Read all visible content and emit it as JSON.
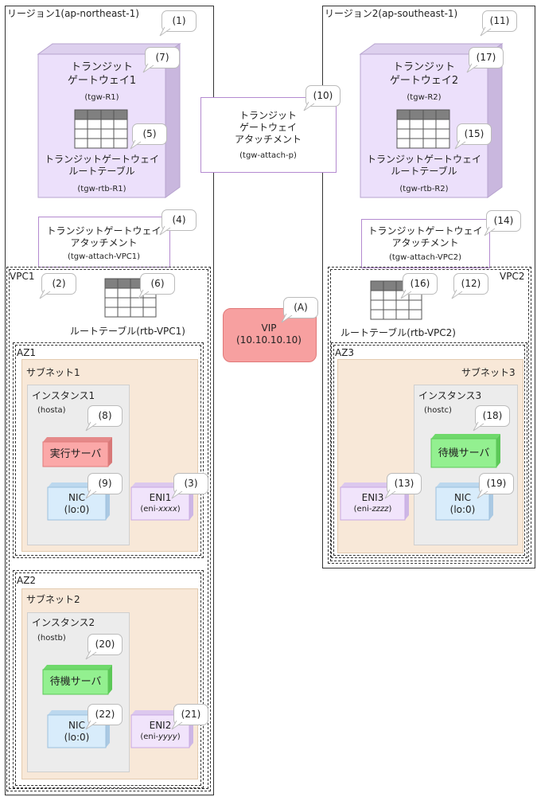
{
  "region1": {
    "title": "リージョン1(ap-northeast-1)",
    "num": "(1)"
  },
  "region2": {
    "title": "リージョン2(ap-southeast-1)",
    "num": "(11)"
  },
  "tgw1": {
    "title1": "トランジット",
    "title2": "ゲートウェイ1",
    "id": "(tgw-R1)",
    "num": "(7)",
    "rt_label1": "トランジットゲートウェイ",
    "rt_label2": "ルートテーブル",
    "rt_id": "(tgw-rtb-R1)",
    "rt_num": "(5)"
  },
  "tgw2": {
    "title1": "トランジット",
    "title2": "ゲートウェイ2",
    "id": "(tgw-R2)",
    "num": "(17)",
    "rt_label1": "トランジットゲートウェイ",
    "rt_label2": "ルートテーブル",
    "rt_id": "(tgw-rtb-R2)",
    "rt_num": "(15)"
  },
  "peer_attach": {
    "line1": "トランジット",
    "line2": "ゲートウェイ",
    "line3": "アタッチメント",
    "id": "(tgw-attach-p)",
    "num": "(10)"
  },
  "attach_vpc1": {
    "line1": "トランジットゲートウェイ",
    "line2": "アタッチメント",
    "id": "(tgw-attach-VPC1)",
    "num": "(4)"
  },
  "attach_vpc2": {
    "line1": "トランジットゲートウェイ",
    "line2": "アタッチメント",
    "id": "(tgw-attach-VPC2)",
    "num": "(14)"
  },
  "vpc1": {
    "label": "VPC1",
    "num": "(2)",
    "rt_label": "ルートテーブル(rtb-VPC1)",
    "rt_num": "(6)"
  },
  "vpc2": {
    "label": "VPC2",
    "num": "(12)",
    "rt_label": "ルートテーブル(rtb-VPC2)",
    "rt_num": "(16)"
  },
  "vip": {
    "line1": "VIP",
    "line2": "(10.10.10.10)",
    "num": "(A)"
  },
  "az1": {
    "label": "AZ1",
    "subnet": "サブネット1",
    "instance": "インスタンス1",
    "host": "(hosta)",
    "inst_num": "(8)",
    "server": "実行サーバ",
    "nic1": "NIC",
    "nic2": "(lo:0)",
    "nic_num": "(9)",
    "eni1": "ENI1",
    "eni2_pre": "(eni-",
    "eni2_id": "xxxx",
    "eni2_post": ")",
    "eni_num": "(3)"
  },
  "az2": {
    "label": "AZ2",
    "subnet": "サブネット2",
    "instance": "インスタンス2",
    "host": "(hostb)",
    "inst_num": "(20)",
    "server": "待機サーバ",
    "nic1": "NIC",
    "nic2": "(lo:0)",
    "nic_num": "(22)",
    "eni1": "ENI2",
    "eni2_pre": "(eni-",
    "eni2_id": "yyyy",
    "eni2_post": ")",
    "eni_num": "(21)"
  },
  "az3": {
    "label": "AZ3",
    "subnet": "サブネット3",
    "instance": "インスタンス3",
    "host": "(hostc)",
    "inst_num": "(18)",
    "server": "待機サーバ",
    "nic1": "NIC",
    "nic2": "(lo:0)",
    "nic_num": "(19)",
    "eni1": "ENI3",
    "eni2_pre": "(eni-",
    "eni2_id": "zzzz",
    "eni2_post": ")",
    "eni_num": "(13)"
  },
  "colors": {
    "tgw_face": "#ece0fb",
    "tgw_side": "#c9b7de",
    "tgw_top": "#ddd0ee",
    "nic": "#d8ecfb",
    "eni": "#f1e4fb",
    "active": "#fba8a8",
    "standby": "#93f090",
    "vip": "#f7a0a0"
  }
}
